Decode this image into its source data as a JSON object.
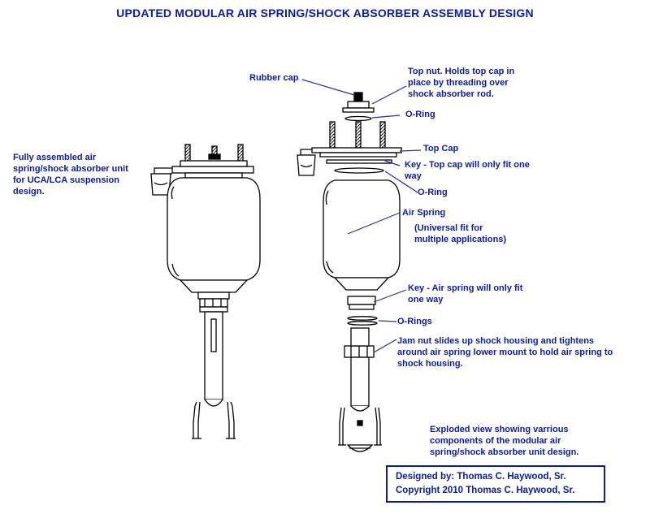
{
  "title": "UPDATED MODULAR AIR SPRING/SHOCK ABSORBER ASSEMBLY DESIGN",
  "labels": {
    "assembled": "Fully assembled air\nspring/shock absorber unit\nfor UCA/LCA suspension\ndesign.",
    "rubber_cap": "Rubber cap",
    "top_nut": "Top nut.  Holds top cap in\nplace by threading over\nshock absorber rod.",
    "o_ring_top": "O-Ring",
    "top_cap": "Top Cap",
    "key_top": "Key - Top cap will only fit one\nway",
    "o_ring_mid": "O-Ring",
    "air_spring": "Air Spring",
    "universal": "(Universal fit for\nmultiple applications)",
    "key_air": "Key - Air spring will only fit\none way",
    "o_rings": "O-Rings",
    "jam_nut": "Jam nut slides up shock housing and tightens\naround air spring lower mount to hold air spring to\nshock housing.",
    "exploded": "Exploded view showing varrious\ncomponents of the modular air\nspring/shock absorber unit design."
  },
  "credit": {
    "designed_by": "Designed by: Thomas C. Haywood, Sr.",
    "copyright": "Copyright 2010 Thomas C. Haywood, Sr."
  },
  "colors": {
    "label_blue": "#0b1ba8",
    "line": "#000000",
    "callout": "#1f2fb8"
  }
}
